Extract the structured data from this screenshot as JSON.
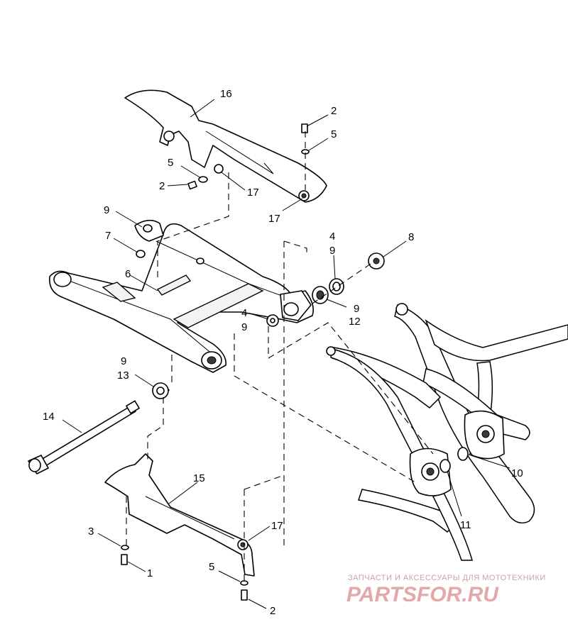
{
  "callouts": [
    {
      "id": "c16",
      "text": "16"
    },
    {
      "id": "c2a",
      "text": "2"
    },
    {
      "id": "c5a",
      "text": "5"
    },
    {
      "id": "c5b",
      "text": "5"
    },
    {
      "id": "c2b",
      "text": "2"
    },
    {
      "id": "c17a",
      "text": "17"
    },
    {
      "id": "c17b",
      "text": "17"
    },
    {
      "id": "c9a",
      "text": "9"
    },
    {
      "id": "c7",
      "text": "7"
    },
    {
      "id": "c4a",
      "text": "4"
    },
    {
      "id": "c9b",
      "text": "9"
    },
    {
      "id": "c8",
      "text": "8"
    },
    {
      "id": "c6",
      "text": "6"
    },
    {
      "id": "c4b",
      "text": "4"
    },
    {
      "id": "c9c",
      "text": "9"
    },
    {
      "id": "c9d",
      "text": "9"
    },
    {
      "id": "c12",
      "text": "12"
    },
    {
      "id": "c9e",
      "text": "9"
    },
    {
      "id": "c13",
      "text": "13"
    },
    {
      "id": "c14",
      "text": "14"
    },
    {
      "id": "c15",
      "text": "15"
    },
    {
      "id": "c10",
      "text": "10"
    },
    {
      "id": "c11",
      "text": "11"
    },
    {
      "id": "c3",
      "text": "3"
    },
    {
      "id": "c17c",
      "text": "17"
    },
    {
      "id": "c1",
      "text": "1"
    },
    {
      "id": "c5c",
      "text": "5"
    },
    {
      "id": "c2c",
      "text": "2"
    }
  ],
  "watermark": {
    "tagline": "ЗАПЧАСТИ И АКСЕССУАРЫ ДЛЯ МОТОТЕХНИКИ",
    "logo": "PARTSFOR.RU"
  }
}
